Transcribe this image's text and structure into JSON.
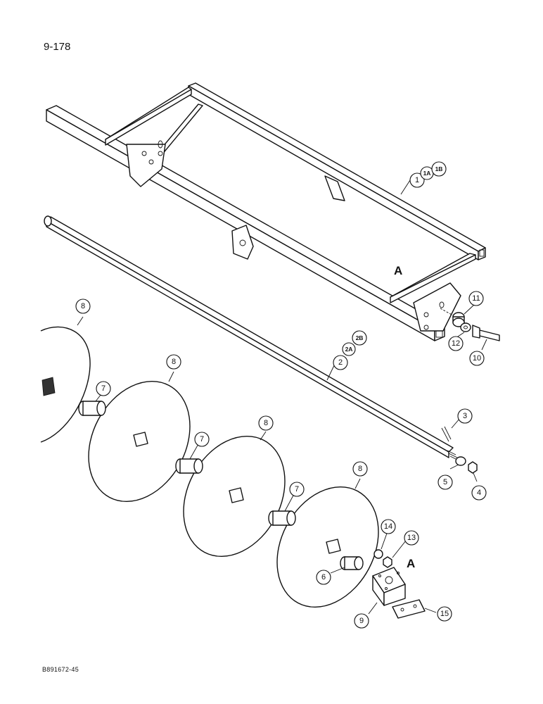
{
  "page_number": "9-178",
  "document_code": "B891672-45",
  "view_label": "A",
  "callouts": [
    "1",
    "1A",
    "1B",
    "2",
    "2A",
    "2B",
    "3",
    "4",
    "5",
    "6",
    "7",
    "8",
    "9",
    "10",
    "11",
    "12",
    "13",
    "14",
    "15"
  ]
}
